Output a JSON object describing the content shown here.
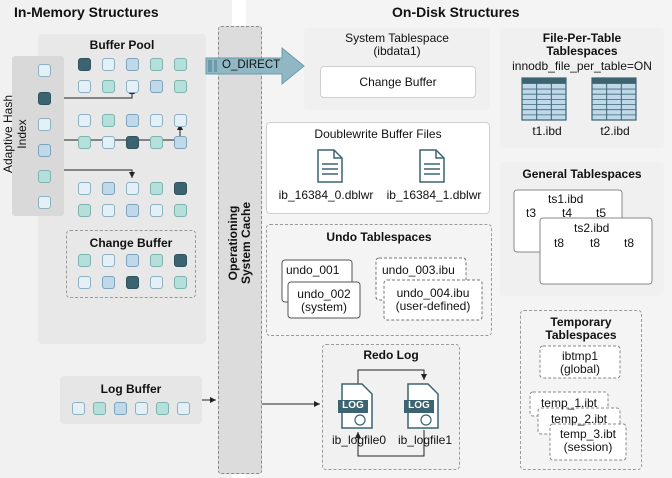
{
  "in_memory": {
    "title": "In-Memory Structures",
    "buffer_pool": "Buffer Pool",
    "adaptive_hash_index": "Adaptive Hash Index",
    "change_buffer": "Change Buffer",
    "log_buffer": "Log Buffer"
  },
  "os_cache": {
    "line1": "Operationing",
    "line2": "System Cache"
  },
  "o_direct": "O_DIRECT",
  "on_disk": {
    "title": "On-Disk Structures",
    "system_tablespace": {
      "line1": "System Tablespace",
      "line2": "(ibdata1)",
      "change_buffer": "Change Buffer"
    },
    "file_per_table": {
      "line1": "File-Per-Table",
      "line2": "Tablespaces",
      "setting": "innodb_file_per_table=ON",
      "files": [
        "t1.ibd",
        "t2.ibd"
      ]
    },
    "doublewrite": {
      "title": "Doublewrite Buffer Files",
      "files": [
        "ib_16384_0.dblwr",
        "ib_16384_1.dblwr"
      ]
    },
    "general": {
      "title": "General Tablespaces",
      "ts1": "ts1.ibd",
      "ts2": "ts2.ibd",
      "tables_ts1": [
        "t3",
        "t4",
        "t5"
      ],
      "tables_ts2": [
        "t8",
        "t8",
        "t8"
      ]
    },
    "undo": {
      "title": "Undo Tablespaces",
      "u1": "undo_001",
      "u2a": "undo_002",
      "u2b": "(system)",
      "u3": "undo_003.ibu",
      "u4a": "undo_004.ibu",
      "u4b": "(user-defined)"
    },
    "temporary": {
      "line1": "Temporary",
      "line2": "Tablespaces",
      "global1": "ibtmp1",
      "global2": "(global)",
      "temp1": "temp_1.ibt",
      "temp2": "temp_2.ibt",
      "temp3": "temp_3.ibt",
      "session": "(session)"
    },
    "redo": {
      "title": "Redo Log",
      "icon_text": "LOG",
      "files": [
        "ib_logfile0",
        "ib_logfile1"
      ]
    }
  },
  "colors": {
    "dark": "#3c6470",
    "mid": "#b4dfdb",
    "light": "#e3f0f5",
    "blue": "#bfd9ea",
    "panel": "#ededed",
    "arrow": "#8fb8c4"
  }
}
